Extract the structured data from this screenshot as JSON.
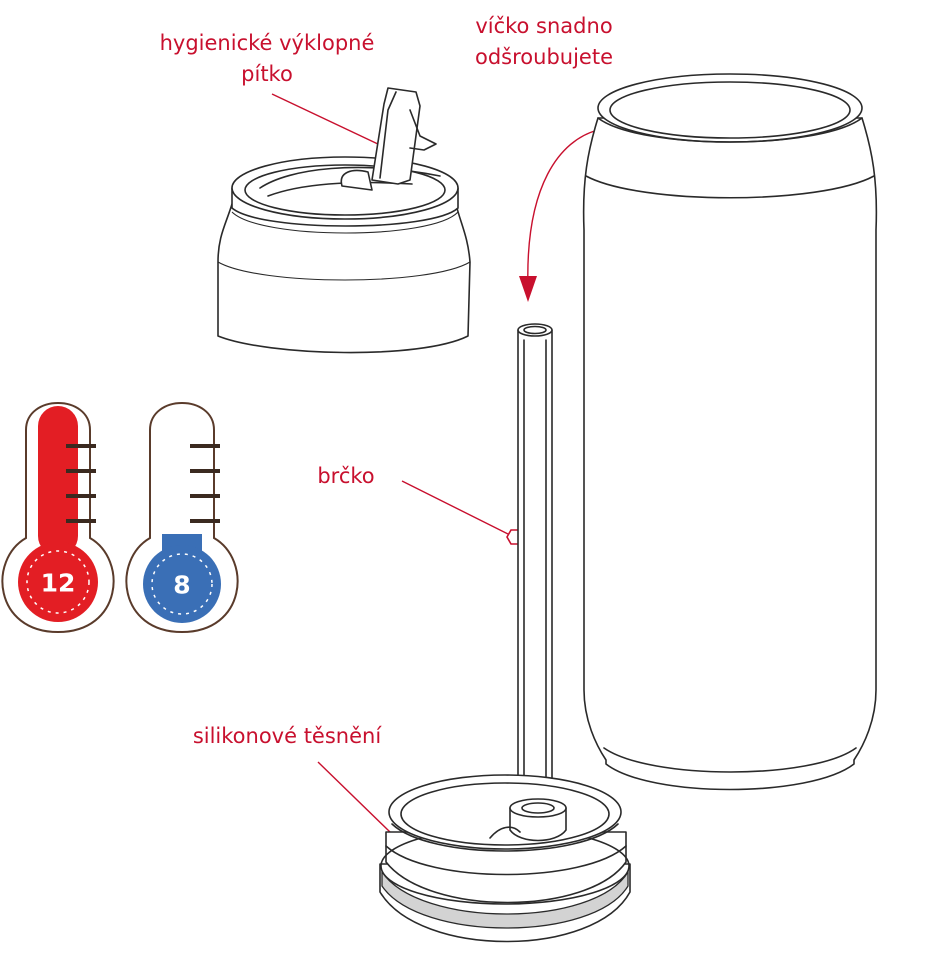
{
  "labels": {
    "straw_flip_line1": "hygienické výklopné",
    "straw_flip_line2": "pítko",
    "lid_unscrew_line1": "víčko snadno",
    "lid_unscrew_line2": "odšroubujete",
    "straw": "brčko",
    "gasket": "silikonové těsnění"
  },
  "thermometers": [
    {
      "value": "12",
      "color": "#e31e24"
    },
    {
      "value": "8",
      "color": "#3a6fb6"
    }
  ],
  "colors": {
    "accent": "#c8102e",
    "outline": "#2a2a2a",
    "tick": "#3b2a20"
  }
}
